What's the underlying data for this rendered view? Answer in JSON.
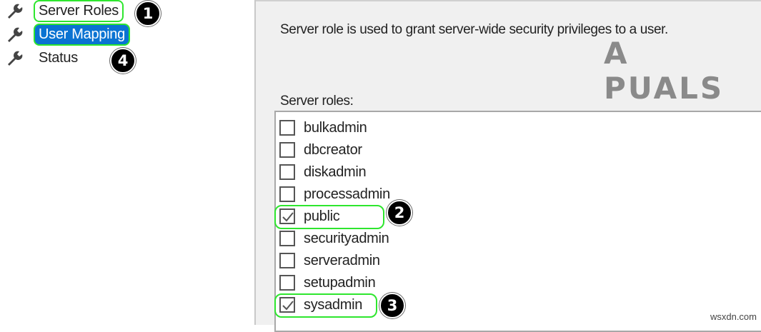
{
  "sidebar": {
    "items": [
      {
        "label": "Server Roles",
        "icon": "wrench-icon",
        "selected": false,
        "annotation": "1"
      },
      {
        "label": "User Mapping",
        "icon": "wrench-icon",
        "selected": true,
        "annotation": "4"
      },
      {
        "label": "Status",
        "icon": "wrench-icon",
        "selected": false
      }
    ]
  },
  "main": {
    "description": "Server role is used to grant server-wide security privileges to a user.",
    "roles_label": "Server roles:",
    "roles": [
      {
        "name": "bulkadmin",
        "checked": false
      },
      {
        "name": "dbcreator",
        "checked": false
      },
      {
        "name": "diskadmin",
        "checked": false
      },
      {
        "name": "processadmin",
        "checked": false
      },
      {
        "name": "public",
        "checked": true,
        "annotation": "2"
      },
      {
        "name": "securityadmin",
        "checked": false
      },
      {
        "name": "serveradmin",
        "checked": false
      },
      {
        "name": "setupadmin",
        "checked": false
      },
      {
        "name": "sysadmin",
        "checked": true,
        "annotation": "3"
      }
    ]
  },
  "watermark": "A PUALS",
  "site": "wsxdn.com",
  "colors": {
    "selection": "#0a73d2",
    "highlight_ring": "#2ee62e"
  }
}
